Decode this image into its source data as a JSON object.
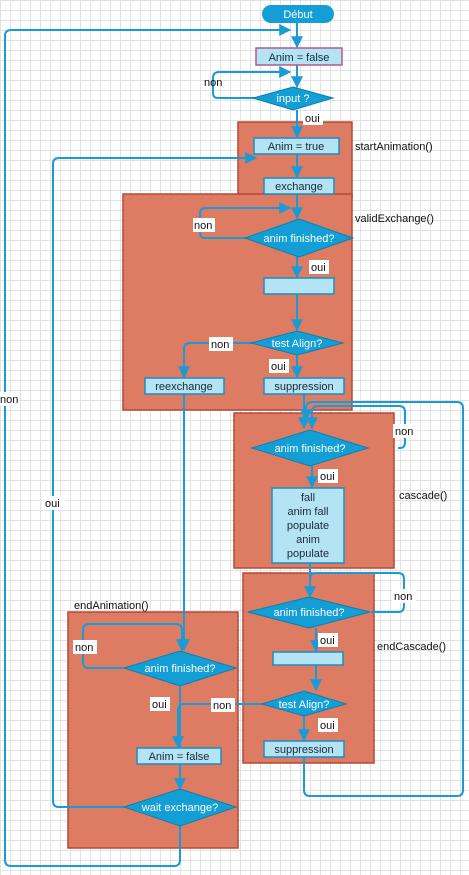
{
  "start": "Début",
  "boxes": {
    "anim_false_top": "Anim = false",
    "anim_true": "Anim = true",
    "exchange": "exchange",
    "empty_1": "",
    "reexchange": "reexchange",
    "suppression_1": "suppression",
    "cascade_box": [
      "fall",
      "anim fall",
      "populate",
      "anim",
      "populate"
    ],
    "empty_2": "",
    "suppression_2": "suppression",
    "anim_false_bottom": "Anim = false"
  },
  "decisions": {
    "input": "input ?",
    "anim_finished_1": "anim finished?",
    "test_align_1": "test Align?",
    "anim_finished_2": "anim finished?",
    "anim_finished_3": "anim finished?",
    "test_align_2": "test Align?",
    "anim_finished_4": "anim finished?",
    "wait_exchange": "wait exchange?"
  },
  "groups": {
    "start_animation": "startAnimation()",
    "valid_exchange": "validExchange()",
    "cascade": "cascade()",
    "end_cascade": "endCascade()",
    "end_animation": "endAnimation()"
  },
  "labels": {
    "non": "non",
    "oui": "oui"
  },
  "colors": {
    "group_fill": "#de7b63",
    "group_stroke": "#b3483a",
    "box_fill": "#b4e3f4",
    "decision_fill": "#139fd6",
    "connector": "#1a9bd6"
  }
}
